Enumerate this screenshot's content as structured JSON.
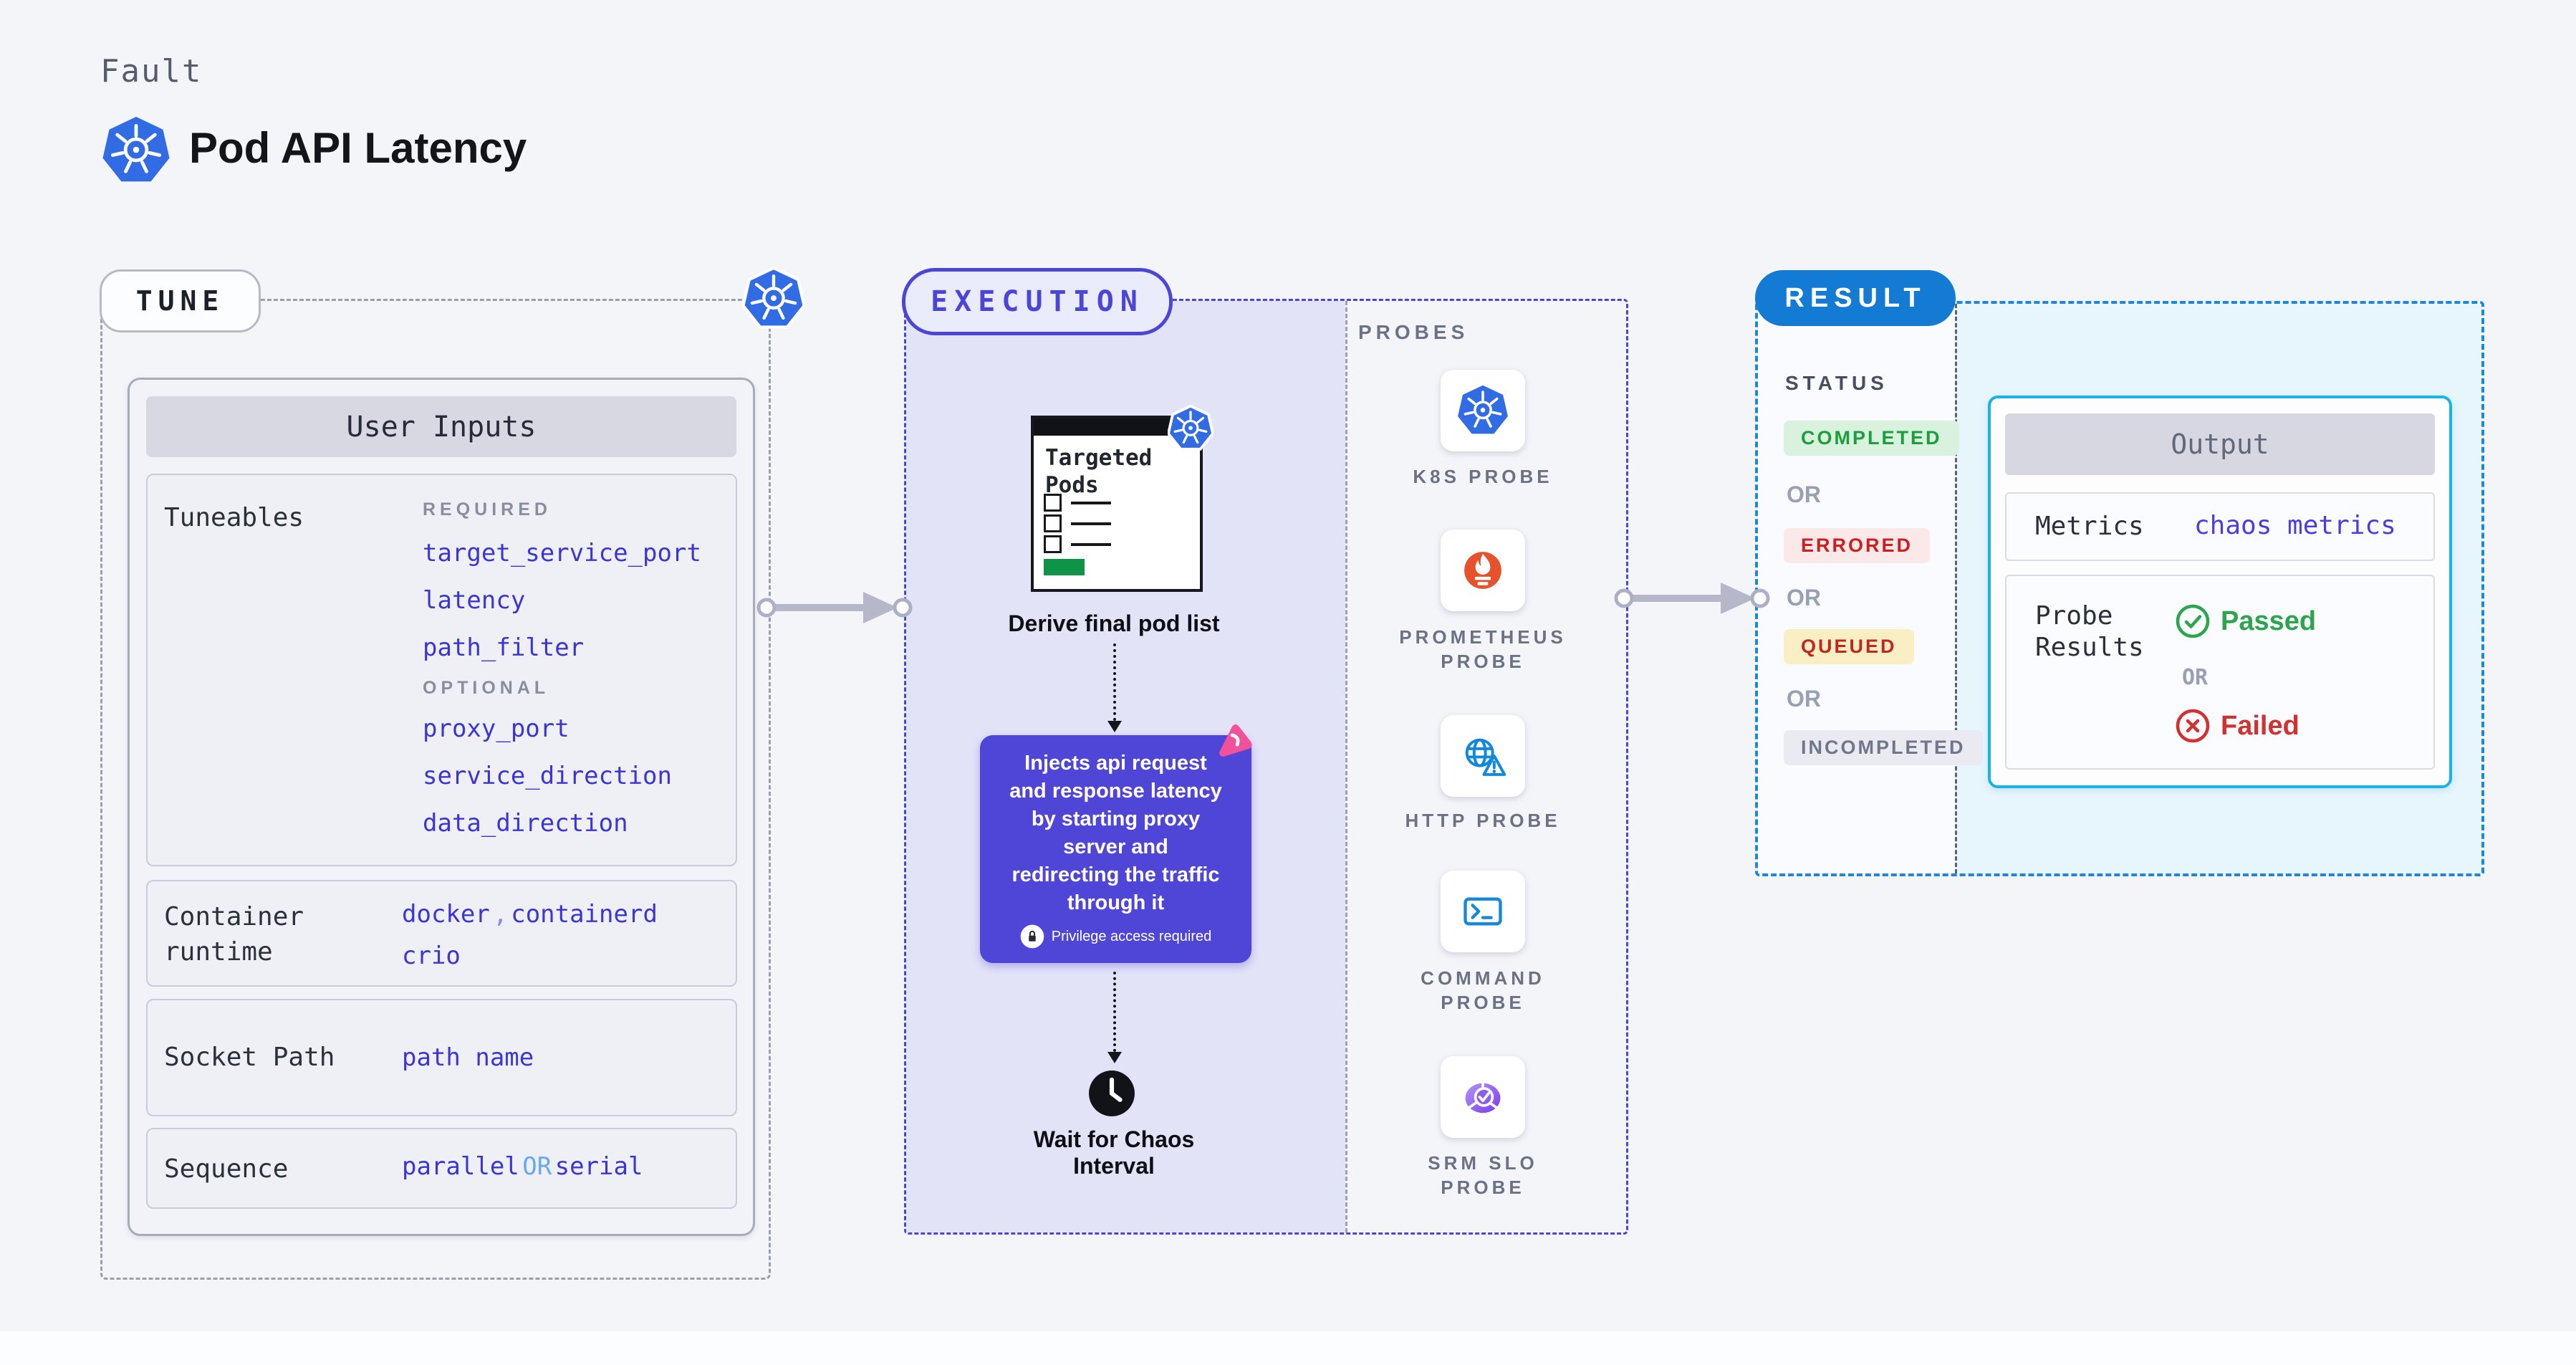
{
  "header": {
    "kicker": "Fault",
    "title": "Pod API Latency"
  },
  "tune": {
    "badge": "TUNE",
    "card_title": "User Inputs",
    "tuneables_label": "Tuneables",
    "required_label": "REQUIRED",
    "required_items": [
      "target_service_port",
      "latency",
      "path_filter"
    ],
    "optional_label": "OPTIONAL",
    "optional_items": [
      "proxy_port",
      "service_direction",
      "data_direction"
    ],
    "runtime_label": "Container runtime",
    "runtime_value_1": "docker",
    "runtime_comma": ",",
    "runtime_value_2": "containerd",
    "runtime_value_3": "crio",
    "socket_label": "Socket Path",
    "socket_value": "path name",
    "sequence_label": "Sequence",
    "sequence_value_1": "parallel",
    "sequence_or": "OR",
    "sequence_value_2": "serial"
  },
  "execution": {
    "badge": "EXECUTION",
    "clipboard_title_line1": "Targeted",
    "clipboard_title_line2": "Pods",
    "step1_caption": "Derive final pod list",
    "inject_lines": [
      "Injects api request",
      "and response latency",
      "by starting proxy",
      "server and",
      "redirecting the traffic",
      "through it"
    ],
    "privilege_note": "Privilege access required",
    "wait_caption_line1": "Wait for Chaos",
    "wait_caption_line2": "Interval"
  },
  "probes": {
    "label": "PROBES",
    "items": [
      {
        "icon": "kubernetes-icon",
        "label": "K8S PROBE"
      },
      {
        "icon": "prometheus-icon",
        "label": "PROMETHEUS PROBE"
      },
      {
        "icon": "http-globe-warning-icon",
        "label": "HTTP PROBE"
      },
      {
        "icon": "terminal-icon",
        "label": "COMMAND PROBE"
      },
      {
        "icon": "slo-pie-check-icon",
        "label": "SRM SLO PROBE"
      }
    ]
  },
  "result": {
    "badge": "RESULT",
    "status_label": "STATUS",
    "or_label": "OR",
    "statuses": [
      {
        "label": "COMPLETED",
        "fg": "#1d9e3c",
        "bg": "#d9f2de"
      },
      {
        "label": "ERRORED",
        "fg": "#cc2020",
        "bg": "#fbe9e9"
      },
      {
        "label": "QUEUED",
        "fg": "#c0281e",
        "bg": "#faeec5"
      },
      {
        "label": "INCOMPLETED",
        "fg": "#717689",
        "bg": "#eaebf2"
      }
    ],
    "output": {
      "title": "Output",
      "metrics_label": "Metrics",
      "metrics_value": "chaos metrics",
      "probe_results_label": "Probe Results",
      "passed_label": "Passed",
      "or_label": "OR",
      "failed_label": "Failed"
    }
  },
  "colors": {
    "page_bg": "#f4f5f9",
    "execution_fill": "#e3e3f8",
    "execution_accent": "#4b45d8",
    "inject_box": "#4f46d8",
    "result_accent": "#147bd4",
    "result_panel": "#e7f5fc",
    "output_border": "#19b3e6",
    "tuneable_value": "#3a35d4",
    "kubernetes_blue": "#316ce4",
    "prometheus_orange": "#e6522c",
    "passed_green": "#2da44e",
    "failed_red": "#d33030",
    "litmus_pink": "#f1509a",
    "arrow_gray": "#b6b8ca"
  }
}
